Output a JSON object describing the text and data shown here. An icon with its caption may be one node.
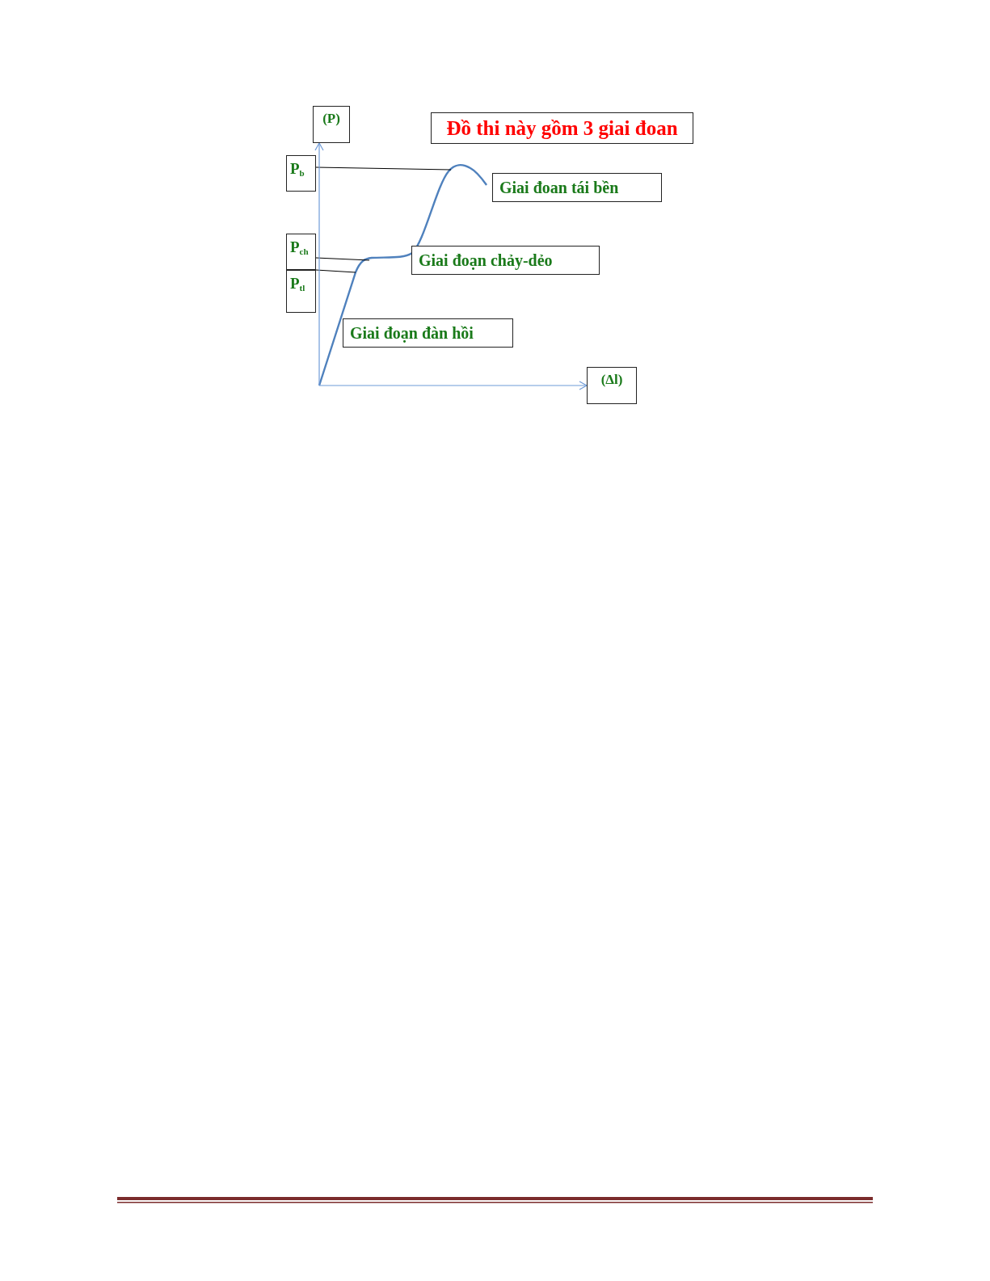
{
  "diagram": {
    "nodes": [
      {
        "text": [
          "(P)"
        ]
      },
      {
        "text": [
          "Đồ thi này gồm 3 giai đoan"
        ]
      },
      {
        "text": [
          "P$_{b}$"
        ]
      },
      {
        "text": [
          "Giai đoan tái bền"
        ]
      },
      {
        "text": [
          "P$_{ch}$"
        ]
      },
      {
        "text": [
          "Giai đoạn chảy-dẻo"
        ]
      },
      {
        "text": [
          "P$_{tl}$"
        ]
      },
      {
        "text": [
          "Giai đoạn đàn hồi"
        ]
      },
      {
        "text": [
          "(Δl)"
        ]
      },
      {
        "text": [],
        "shape": "curve"
      }
    ],
    "edges": [
      {
        "from": 2,
        "to": 9,
        "arrow": "none"
      },
      {
        "from": 4,
        "to": 9,
        "arrow": "none"
      },
      {
        "from": 6,
        "to": 9,
        "arrow": "none"
      },
      {
        "from": 9,
        "to": 0,
        "arrow": "to",
        "color": "#6f9bd8"
      },
      {
        "from": 9,
        "to": 8,
        "arrow": "to",
        "color": "#6f9bd8"
      }
    ]
  }
}
